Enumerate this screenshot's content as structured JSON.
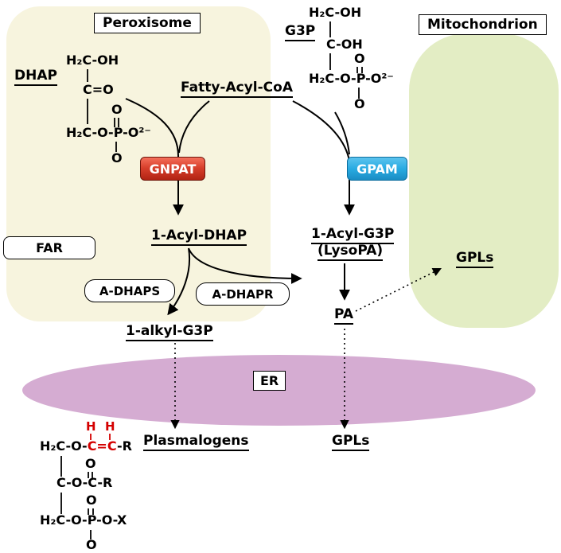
{
  "compartments": {
    "peroxisome": {
      "label": "Peroxisome",
      "fill": "#f7f4de"
    },
    "mitochondrion": {
      "label": "Mitochondrion",
      "fill": "#e3edc4"
    },
    "er": {
      "label": "ER",
      "fill": "#d5acd2"
    }
  },
  "enzymes": {
    "gnpat": {
      "label": "GNPAT",
      "color": "#d8402c"
    },
    "gpam": {
      "label": "GPAM",
      "color": "#29abe2"
    },
    "far": {
      "label": "FAR"
    },
    "adhaps": {
      "label": "A-DHAPS"
    },
    "adhapr": {
      "label": "A-DHAPR"
    }
  },
  "metabolites": {
    "dhap": "DHAP",
    "g3p": "G3P",
    "fatty_acyl_coa": "Fatty-Acyl-CoA",
    "acyl_dhap": "1-Acyl-DHAP",
    "acyl_g3p": "1-Acyl-G3P",
    "lyso_pa": "(LysoPA)",
    "gpls_mito": "GPLs",
    "alkyl_g3p": "1-alkyl-G3P",
    "pa": "PA",
    "plasmalogens": "Plasmalogens",
    "gpls_er": "GPLs"
  },
  "structures": {
    "dhap": {
      "row1": "H₂C-OH",
      "row2": "C=O",
      "row3": "H₂C-O-P-O²⁻",
      "o_above": "O",
      "o_below": "O"
    },
    "g3p": {
      "row1": "H₂C-OH",
      "row2": "C-OH",
      "row3": "H₂C-O-P-O²⁻",
      "o_above": "O",
      "o_below": "O"
    },
    "plasmalogen": {
      "h1": "H",
      "h2": "H",
      "row1_a": "H₂C-O-",
      "row1_b": "C=C",
      "row1_c": "-R",
      "o_ester": "O",
      "row2": "C-O-C-R",
      "o_above_p": "O",
      "row3": "H₂C-O-P-O-X",
      "o_below_p": "O"
    }
  },
  "colors": {
    "chem_red": "#d40000",
    "arrow_black": "#000000"
  }
}
